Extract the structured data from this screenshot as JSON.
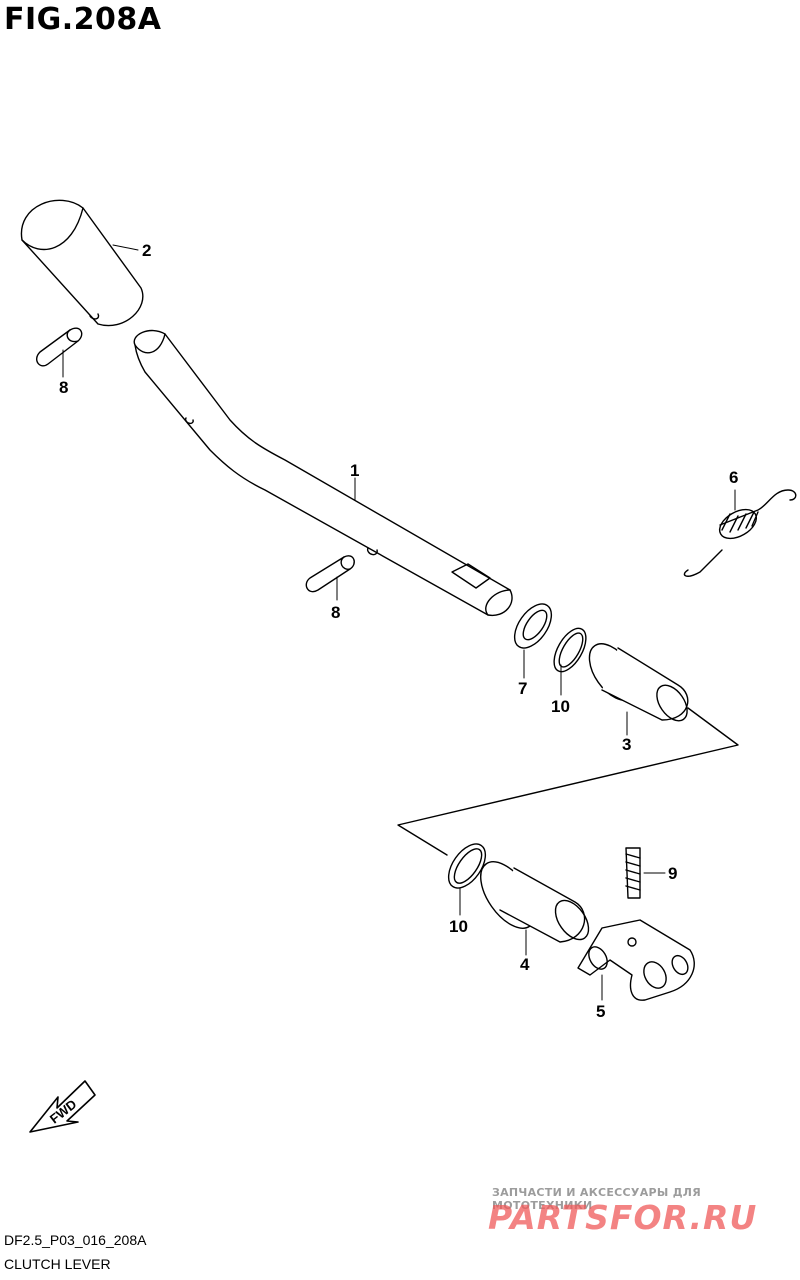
{
  "figure": {
    "title": "FIG.208A",
    "code": "DF2.5_P03_016_208A",
    "name": "CLUTCH LEVER"
  },
  "callouts": [
    {
      "id": "callout-1",
      "label": "1"
    },
    {
      "id": "callout-2",
      "label": "2"
    },
    {
      "id": "callout-3",
      "label": "3"
    },
    {
      "id": "callout-4",
      "label": "4"
    },
    {
      "id": "callout-5",
      "label": "5"
    },
    {
      "id": "callout-6",
      "label": "6"
    },
    {
      "id": "callout-7",
      "label": "7"
    },
    {
      "id": "callout-8a",
      "label": "8"
    },
    {
      "id": "callout-8b",
      "label": "8"
    },
    {
      "id": "callout-9",
      "label": "9"
    },
    {
      "id": "callout-10a",
      "label": "10"
    },
    {
      "id": "callout-10b",
      "label": "10"
    }
  ],
  "fwd_arrow": {
    "label": "FWD",
    "icon": "fwd-arrow-icon"
  },
  "watermark": {
    "tagline": "ЗАПЧАСТИ И АКСЕССУАРЫ ДЛЯ МОТОТЕХНИКИ",
    "brand": "PARTSFOR.RU",
    "color": "#f05a5a"
  }
}
